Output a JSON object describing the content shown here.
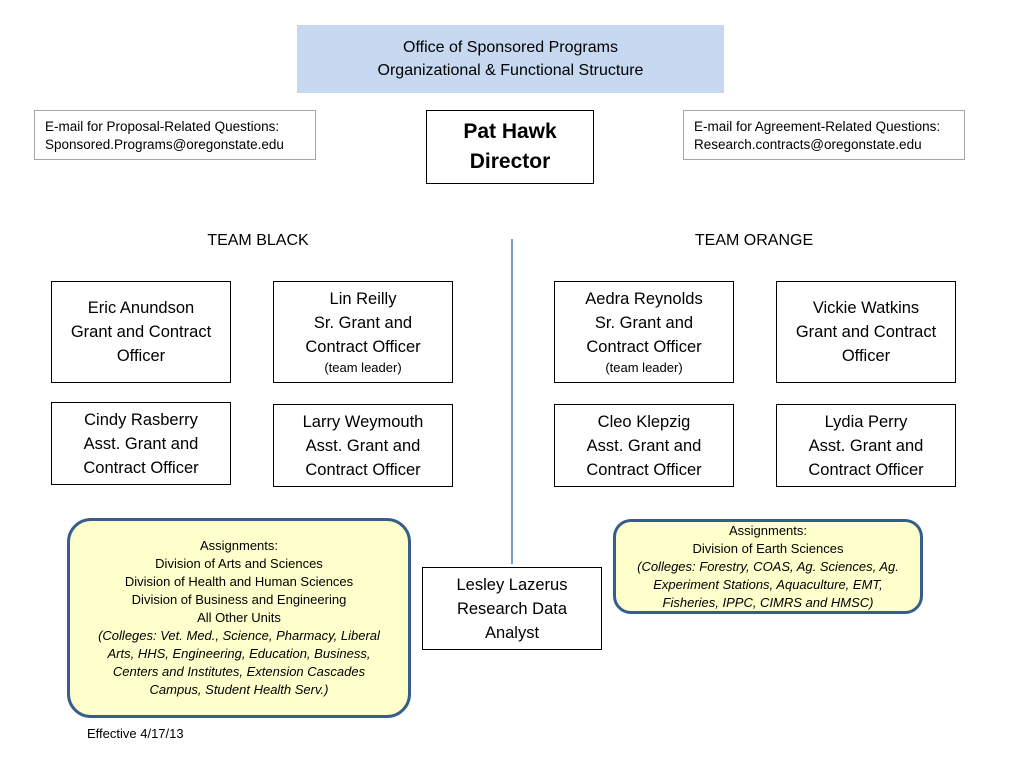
{
  "header": {
    "line1": "Office of Sponsored Programs",
    "line2": "Organizational & Functional Structure",
    "background": "#c6d9f1"
  },
  "email_proposal": {
    "label": "E-mail for Proposal-Related Questions:",
    "address": "Sponsored.Programs@oregonstate.edu"
  },
  "email_agreement": {
    "label": "E-mail for Agreement-Related Questions:",
    "address": "Research.contracts@oregonstate.edu"
  },
  "director": {
    "name": "Pat Hawk",
    "title": "Director"
  },
  "team_black": {
    "heading": "TEAM BLACK",
    "members": [
      {
        "lines": [
          "Eric Anundson",
          "Grant and Contract",
          "Officer"
        ],
        "note": ""
      },
      {
        "lines": [
          "Lin Reilly",
          "Sr. Grant and",
          "Contract Officer"
        ],
        "note": "(team leader)"
      },
      {
        "lines": [
          "Cindy Rasberry",
          "Asst. Grant and",
          "Contract Officer"
        ],
        "note": ""
      },
      {
        "lines": [
          "Larry Weymouth",
          "Asst. Grant and",
          "Contract Officer"
        ],
        "note": ""
      }
    ],
    "assignments": {
      "heading": "Assignments:",
      "lines": [
        "Division of Arts and Sciences",
        "Division of Health and Human Sciences",
        "Division of Business and Engineering",
        "All Other Units"
      ],
      "colleges_lines": [
        "(Colleges:  Vet. Med., Science, Pharmacy, Liberal",
        "Arts, HHS, Engineering, Education, Business,",
        "Centers and Institutes, Extension Cascades",
        "Campus, Student Health Serv.)"
      ]
    }
  },
  "team_orange": {
    "heading": "TEAM ORANGE",
    "members": [
      {
        "lines": [
          "Aedra Reynolds",
          "Sr. Grant and",
          "Contract Officer"
        ],
        "note": "(team leader)"
      },
      {
        "lines": [
          "Vickie Watkins",
          "Grant and Contract",
          "Officer"
        ],
        "note": ""
      },
      {
        "lines": [
          "Cleo Klepzig",
          "Asst. Grant and",
          "Contract Officer"
        ],
        "note": ""
      },
      {
        "lines": [
          "Lydia Perry",
          "Asst. Grant and",
          "Contract Officer"
        ],
        "note": ""
      }
    ],
    "assignments": {
      "heading": "Assignments:",
      "lines": [
        "Division of Earth Sciences"
      ],
      "colleges_lines": [
        "(Colleges:  Forestry, COAS, Ag. Sciences, Ag.",
        "Experiment Stations, Aquaculture, EMT,",
        "Fisheries, IPPC, CIMRS and HMSC)"
      ]
    }
  },
  "analyst": {
    "lines": [
      "Lesley Lazerus",
      "Research Data",
      "Analyst"
    ]
  },
  "footer": {
    "effective": "Effective 4/17/13"
  },
  "colors": {
    "assignment_fill": "#ffffcc",
    "assignment_border": "#385d8a",
    "divider": "#7f9fbf"
  }
}
